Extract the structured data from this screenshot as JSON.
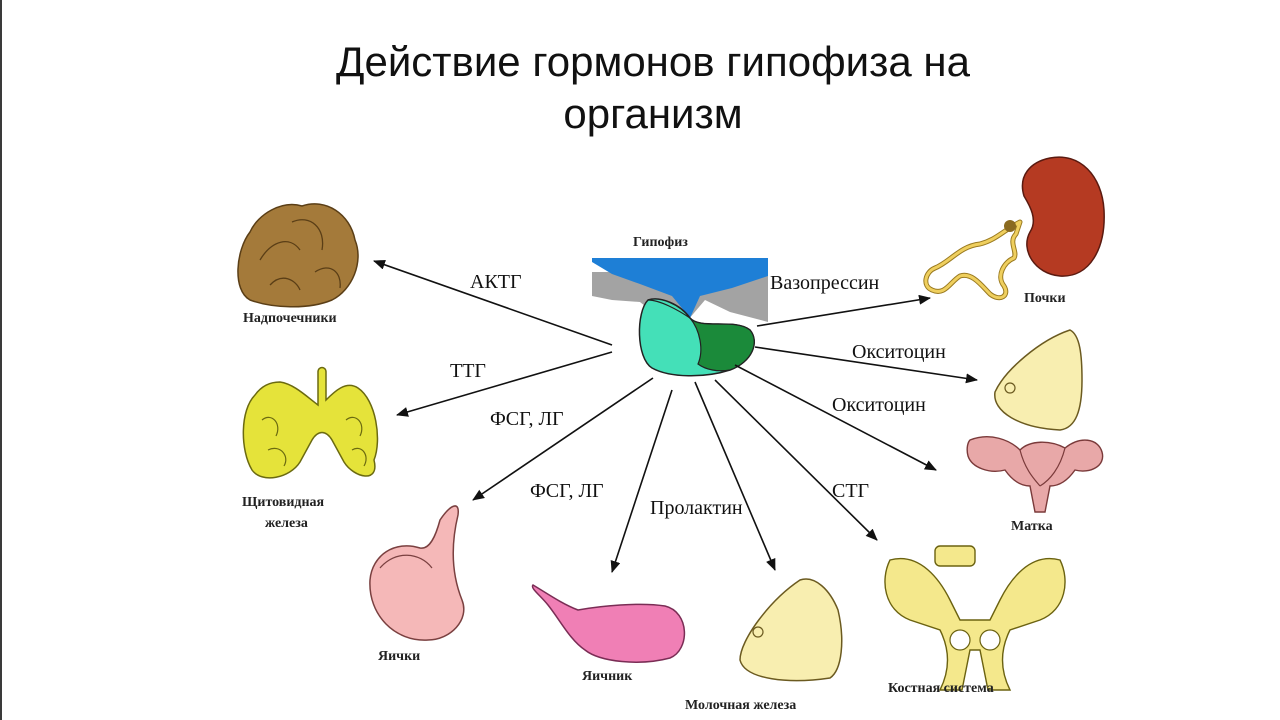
{
  "slide": {
    "title_line1": "Действие гормонов гипофиза на",
    "title_line2": "организм"
  },
  "center": {
    "label": "Гипофиз"
  },
  "hormones": {
    "actg": "АКТГ",
    "ttg": "ТТГ",
    "fsg_lg_1": "ФСГ, ЛГ",
    "fsg_lg_2": "ФСГ, ЛГ",
    "prolactin": "Пролактин",
    "stg": "СТГ",
    "vasopressin": "Вазопрессин",
    "oxytocin_1": "Окситоцин",
    "oxytocin_2": "Окситоцин"
  },
  "organs": {
    "adrenals": "Надпочечники",
    "thyroid_line1": "Щитовидная",
    "thyroid_line2": "железа",
    "testes": "Яички",
    "ovary": "Яичник",
    "mammary": "Молочная железа",
    "skeleton": "Костная система",
    "uterus": "Матка",
    "kidneys": "Почки"
  },
  "colors": {
    "adrenal": "#a47a3a",
    "thyroid": "#e5e33a",
    "testes": "#f5b8b8",
    "ovary": "#f07fb5",
    "breast": "#f8eeb0",
    "bone": "#f4e88c",
    "kidney": "#b53a22",
    "uterus": "#e8a8a8",
    "pituitary_blue": "#1e7fd6",
    "pituitary_cyan": "#44e0b8",
    "pituitary_green": "#1b8a3a",
    "pituitary_gray": "#a3a3a3"
  }
}
